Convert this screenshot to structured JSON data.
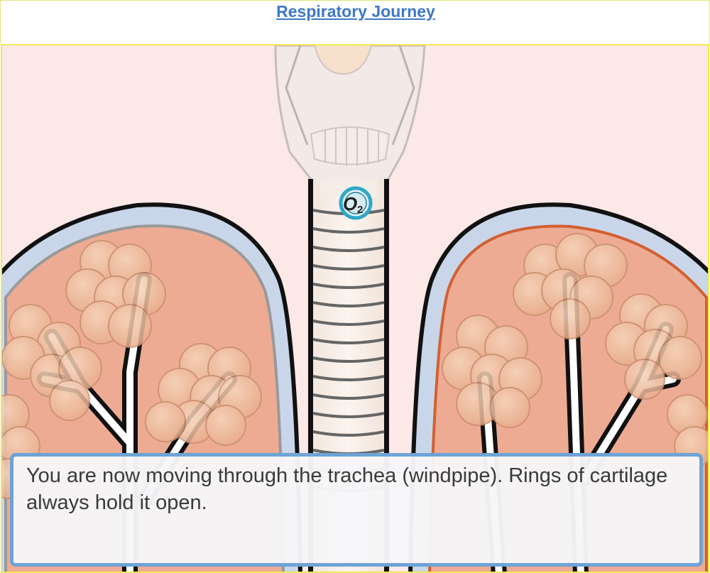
{
  "page": {
    "title": "Respiratory Journey"
  },
  "scene": {
    "oxygen_label": "O",
    "oxygen_subscript": "2",
    "colors": {
      "background": "#fde8e8",
      "pleura": "#c9d6ea",
      "lung_tissue": "#eeab93",
      "alveoli": "#f2c3a4",
      "outline": "#111111",
      "trachea_ring": "#666666",
      "oxygen_ring": "#2fa7c9"
    }
  },
  "dialog": {
    "text": "You are now moving through the trachea (windpipe).  Rings of cartilage always hold it open."
  }
}
